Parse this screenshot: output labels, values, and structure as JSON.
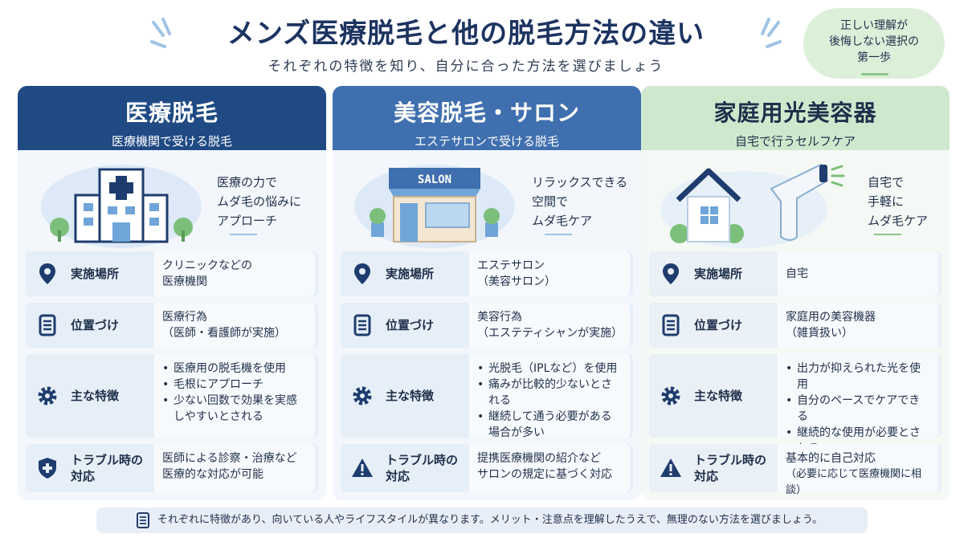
{
  "header": {
    "title": "メンズ医療脱毛と他の脱毛方法の違い",
    "subtitle": "それぞれの特徴を知り、自分に合った方法を選びましょう",
    "badge_lines": [
      "正しい理解が",
      "後悔しない選択の",
      "第一歩"
    ]
  },
  "columns": [
    {
      "title": "医療脱毛",
      "subtitle": "医療機関で受ける脱毛",
      "illustration": "hospital",
      "hero_lines": [
        "医療の力で",
        "ムダ毛の悩みに",
        "アプローチ"
      ],
      "rows": [
        {
          "icon": "map-pin-icon",
          "label": "実施場所",
          "lines": [
            "クリニックなどの",
            "医療機関"
          ]
        },
        {
          "icon": "document-icon",
          "label": "位置づけ",
          "lines": [
            "医療行為",
            "（医師・看護師が実施）"
          ]
        },
        {
          "icon": "gear-icon",
          "label": "主な特徴",
          "bullets": [
            "医療用の脱毛機を使用",
            "毛根にアプローチ",
            "少ない回数で効果を実感しやすいとされる"
          ]
        },
        {
          "icon": "shield-plus-icon",
          "label_lines": [
            "トラブル時の",
            "対応"
          ],
          "lines": [
            "医師による診察・治療など",
            "医療的な対応が可能"
          ]
        }
      ]
    },
    {
      "title": "美容脱毛・サロン",
      "subtitle": "エステサロンで受ける脱毛",
      "illustration": "salon",
      "salon_sign": "SALON",
      "hero_lines": [
        "リラックスできる",
        "空間で",
        "ムダ毛ケア"
      ],
      "rows": [
        {
          "icon": "map-pin-icon",
          "label": "実施場所",
          "lines": [
            "エステサロン",
            "（美容サロン）"
          ]
        },
        {
          "icon": "document-icon",
          "label": "位置づけ",
          "lines": [
            "美容行為",
            "（エステティシャンが実施）"
          ]
        },
        {
          "icon": "gear-icon",
          "label": "主な特徴",
          "bullets": [
            "光脱毛（IPLなど）を使用",
            "痛みが比較的少ないとされる",
            "継続して通う必要がある場合が多い"
          ]
        },
        {
          "icon": "warning-icon",
          "label_lines": [
            "トラブル時の",
            "対応"
          ],
          "lines": [
            "提携医療機関の紹介など",
            "サロンの規定に基づく対応"
          ]
        }
      ]
    },
    {
      "title": "家庭用光美容器",
      "subtitle": "自宅で行うセルフケア",
      "illustration": "home-device",
      "hero_lines": [
        "自宅で",
        "手軽に",
        "ムダ毛ケア"
      ],
      "rows": [
        {
          "icon": "map-pin-icon",
          "label": "実施場所",
          "lines": [
            "自宅"
          ]
        },
        {
          "icon": "document-icon",
          "label": "位置づけ",
          "lines": [
            "家庭用の美容機器",
            "（雑貨扱い）"
          ]
        },
        {
          "icon": "gear-icon",
          "label": "主な特徴",
          "bullets": [
            "出力が抑えられた光を使用",
            "自分のペースでケアできる",
            "継続的な使用が必要とされる"
          ]
        },
        {
          "icon": "warning-icon",
          "label_lines": [
            "トラブル時の",
            "対応"
          ],
          "lines": [
            "基本的に自己対応",
            "（必要に応じて医療機関に相談）"
          ]
        }
      ]
    }
  ],
  "footer": {
    "icon": "document-icon",
    "text": "それぞれに特徴があり、向いている人やライフスタイルが異なります。メリット・注意点を理解したうえで、無理のない方法を選びましょう。"
  },
  "colors": {
    "navy": "#1f4a84",
    "blue": "#3f6fae",
    "green_light": "#cfe8cd",
    "icon_navy": "#1f3c6e"
  }
}
